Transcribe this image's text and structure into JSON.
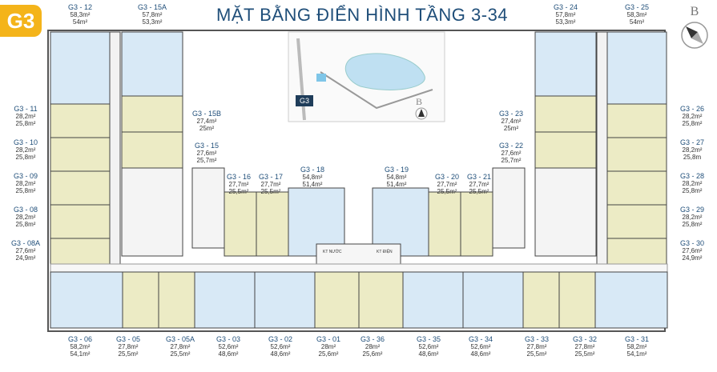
{
  "badge": "G3",
  "title": "MẶT BẰNG ĐIỂN HÌNH TẦNG 3-34",
  "compass_letter": "B",
  "keymap": {
    "tag": "G3",
    "compass_letter": "B"
  },
  "service_labels": [
    "KT NƯỚC",
    "KT ĐIỆN"
  ],
  "units": [
    {
      "id": "u12",
      "name": "G3 - 12",
      "a1": "58,3m²",
      "a2": "54m²"
    },
    {
      "id": "u15a",
      "name": "G3 - 15A",
      "a1": "57,8m²",
      "a2": "53,3m²"
    },
    {
      "id": "u24",
      "name": "G3 - 24",
      "a1": "57,8m²",
      "a2": "53,3m²"
    },
    {
      "id": "u25",
      "name": "G3 - 25",
      "a1": "58,3m²",
      "a2": "54m²"
    },
    {
      "id": "u11",
      "name": "G3 - 11",
      "a1": "28,2m²",
      "a2": "25,8m²"
    },
    {
      "id": "u10",
      "name": "G3 - 10",
      "a1": "28,2m²",
      "a2": "25,8m²"
    },
    {
      "id": "u09",
      "name": "G3 - 09",
      "a1": "28,2m²",
      "a2": "25,8m²"
    },
    {
      "id": "u08",
      "name": "G3 - 08",
      "a1": "28,2m²",
      "a2": "25,8m²"
    },
    {
      "id": "u08a",
      "name": "G3 - 08A",
      "a1": "27,6m²",
      "a2": "24,9m²"
    },
    {
      "id": "u15b",
      "name": "G3 - 15B",
      "a1": "27,4m²",
      "a2": "25m²"
    },
    {
      "id": "u15",
      "name": "G3 - 15",
      "a1": "27,6m²",
      "a2": "25,7m²"
    },
    {
      "id": "u16",
      "name": "G3 - 16",
      "a1": "27,7m²",
      "a2": "25,5m²"
    },
    {
      "id": "u17",
      "name": "G3 - 17",
      "a1": "27,7m²",
      "a2": "25,5m²"
    },
    {
      "id": "u18",
      "name": "G3 - 18",
      "a1": "54,8m²",
      "a2": "51,4m²"
    },
    {
      "id": "u19",
      "name": "G3 - 19",
      "a1": "54,8m²",
      "a2": "51,4m²"
    },
    {
      "id": "u20",
      "name": "G3 - 20",
      "a1": "27,7m²",
      "a2": "25,5m²"
    },
    {
      "id": "u21",
      "name": "G3 - 21",
      "a1": "27,7m²",
      "a2": "25,5m²"
    },
    {
      "id": "u23",
      "name": "G3 - 23",
      "a1": "27,4m²",
      "a2": "25m²"
    },
    {
      "id": "u22",
      "name": "G3 - 22",
      "a1": "27,6m²",
      "a2": "25,7m²"
    },
    {
      "id": "u26",
      "name": "G3 - 26",
      "a1": "28,2m²",
      "a2": "25,8m²"
    },
    {
      "id": "u27",
      "name": "G3 - 27",
      "a1": "28,2m²",
      "a2": "25,8m"
    },
    {
      "id": "u28",
      "name": "G3 - 28",
      "a1": "28,2m²",
      "a2": "25,8m²"
    },
    {
      "id": "u29",
      "name": "G3 - 29",
      "a1": "28,2m²",
      "a2": "25,8m²"
    },
    {
      "id": "u30",
      "name": "G3 - 30",
      "a1": "27,6m²",
      "a2": "24,9m²"
    },
    {
      "id": "u06",
      "name": "G3 - 06",
      "a1": "58,2m²",
      "a2": "54,1m²"
    },
    {
      "id": "u05",
      "name": "G3 - 05",
      "a1": "27,8m²",
      "a2": "25,5m²"
    },
    {
      "id": "u05a",
      "name": "G3 - 05A",
      "a1": "27,8m²",
      "a2": "25,5m²"
    },
    {
      "id": "u03",
      "name": "G3 - 03",
      "a1": "52,6m²",
      "a2": "48,6m²"
    },
    {
      "id": "u02",
      "name": "G3 - 02",
      "a1": "52,6m²",
      "a2": "48,6m²"
    },
    {
      "id": "u01",
      "name": "G3 - 01",
      "a1": "28m²",
      "a2": "25,6m²"
    },
    {
      "id": "u36",
      "name": "G3 - 36",
      "a1": "28m²",
      "a2": "25,6m²"
    },
    {
      "id": "u35",
      "name": "G3 - 35",
      "a1": "52,6m²",
      "a2": "48,6m²"
    },
    {
      "id": "u34",
      "name": "G3 - 34",
      "a1": "52,6m²",
      "a2": "48,6m²"
    },
    {
      "id": "u33",
      "name": "G3 - 33",
      "a1": "27,8m²",
      "a2": "25,5m²"
    },
    {
      "id": "u32",
      "name": "G3 - 32",
      "a1": "27,8m²",
      "a2": "25,5m²"
    },
    {
      "id": "u31",
      "name": "G3 - 31",
      "a1": "58,2m²",
      "a2": "54,1m²"
    }
  ]
}
